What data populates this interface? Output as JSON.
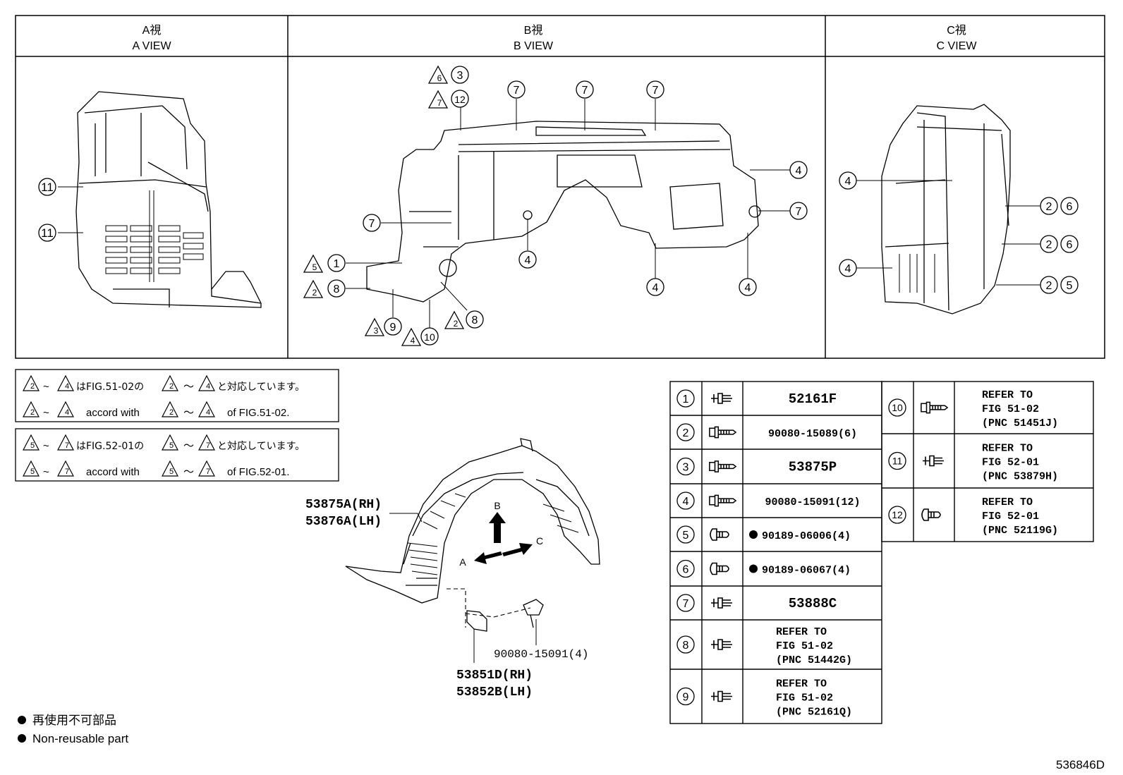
{
  "views": [
    {
      "jp": "A視",
      "en": "A VIEW"
    },
    {
      "jp": "B視",
      "en": "B VIEW"
    },
    {
      "jp": "C視",
      "en": "C VIEW"
    }
  ],
  "view_a_callouts": [
    "11",
    "11"
  ],
  "view_b_callouts": {
    "tri_6": "6",
    "num_3": "3",
    "tri_7": "7",
    "num_12": "12",
    "top_7a": "7",
    "top_7b": "7",
    "top_7c": "7",
    "right_4a": "4",
    "right_7": "7",
    "left_7": "7",
    "mid_4": "4",
    "bot_4a": "4",
    "bot_4b": "4",
    "tri_5": "5",
    "num_1": "1",
    "tri_2": "2",
    "num_8": "8",
    "tri_3": "3",
    "num_9": "9",
    "tri_4": "4",
    "num_10": "10",
    "tri_2b": "2",
    "num_8b": "8"
  },
  "view_c_callouts": {
    "left_4a": "4",
    "left_4b": "4",
    "r1a": "2",
    "r1b": "6",
    "r2a": "2",
    "r2b": "6",
    "r3a": "2",
    "r3b": "5"
  },
  "notes": {
    "box1": {
      "tri_a": "2",
      "tilde": "~",
      "tri_b": "4",
      "jp_mid": "はFIG.51-02の",
      "tri_c": "2",
      "tilde2": "～",
      "tri_d": "4",
      "jp_end": "と対応しています。",
      "en_mid": "accord with",
      "en_end": "of FIG.51-02."
    },
    "box2": {
      "tri_a": "5",
      "tilde": "~",
      "tri_b": "7",
      "jp_mid": "はFIG.52-01の",
      "tri_c": "5",
      "tilde2": "～",
      "tri_d": "7",
      "jp_end": "と対応しています。",
      "en_mid": "accord with",
      "en_end": "of FIG.52-01."
    }
  },
  "main_part": {
    "rh": "53875A(RH)",
    "lh": "53876A(LH)",
    "arrow_b": "B",
    "arrow_a": "A",
    "arrow_c": "C",
    "bolt": "90080-15091(4)",
    "bracket_rh": "53851D(RH)",
    "bracket_lh": "53852B(LH)"
  },
  "legend": {
    "jp": "再使用不可部品",
    "en": "Non-reusable part"
  },
  "parts_left": [
    {
      "num": "1",
      "lines": [
        "52161F"
      ],
      "bullet": false,
      "big": true
    },
    {
      "num": "2",
      "lines": [
        "90080-15089(6)"
      ],
      "bullet": false,
      "big": false
    },
    {
      "num": "3",
      "lines": [
        "53875P"
      ],
      "bullet": false,
      "big": true
    },
    {
      "num": "4",
      "lines": [
        "90080-15091(12)"
      ],
      "bullet": false,
      "big": false
    },
    {
      "num": "5",
      "lines": [
        "90189-06006(4)"
      ],
      "bullet": true,
      "big": false
    },
    {
      "num": "6",
      "lines": [
        "90189-06067(4)"
      ],
      "bullet": true,
      "big": false
    },
    {
      "num": "7",
      "lines": [
        "53888C"
      ],
      "bullet": false,
      "big": true
    },
    {
      "num": "8",
      "lines": [
        "REFER TO",
        "FIG 51-02",
        "(PNC 51442G)"
      ],
      "bullet": false,
      "big": false
    },
    {
      "num": "9",
      "lines": [
        "REFER TO",
        "FIG 51-02",
        "(PNC 52161Q)"
      ],
      "bullet": false,
      "big": false
    }
  ],
  "parts_right": [
    {
      "num": "10",
      "lines": [
        "REFER TO",
        "FIG 51-02",
        "(PNC 51451J)"
      ]
    },
    {
      "num": "11",
      "lines": [
        "REFER TO",
        "FIG 52-01",
        "(PNC 53879H)"
      ]
    },
    {
      "num": "12",
      "lines": [
        "REFER TO",
        "FIG 52-01",
        "(PNC 52119G)"
      ]
    }
  ],
  "figure_id": "536846D"
}
